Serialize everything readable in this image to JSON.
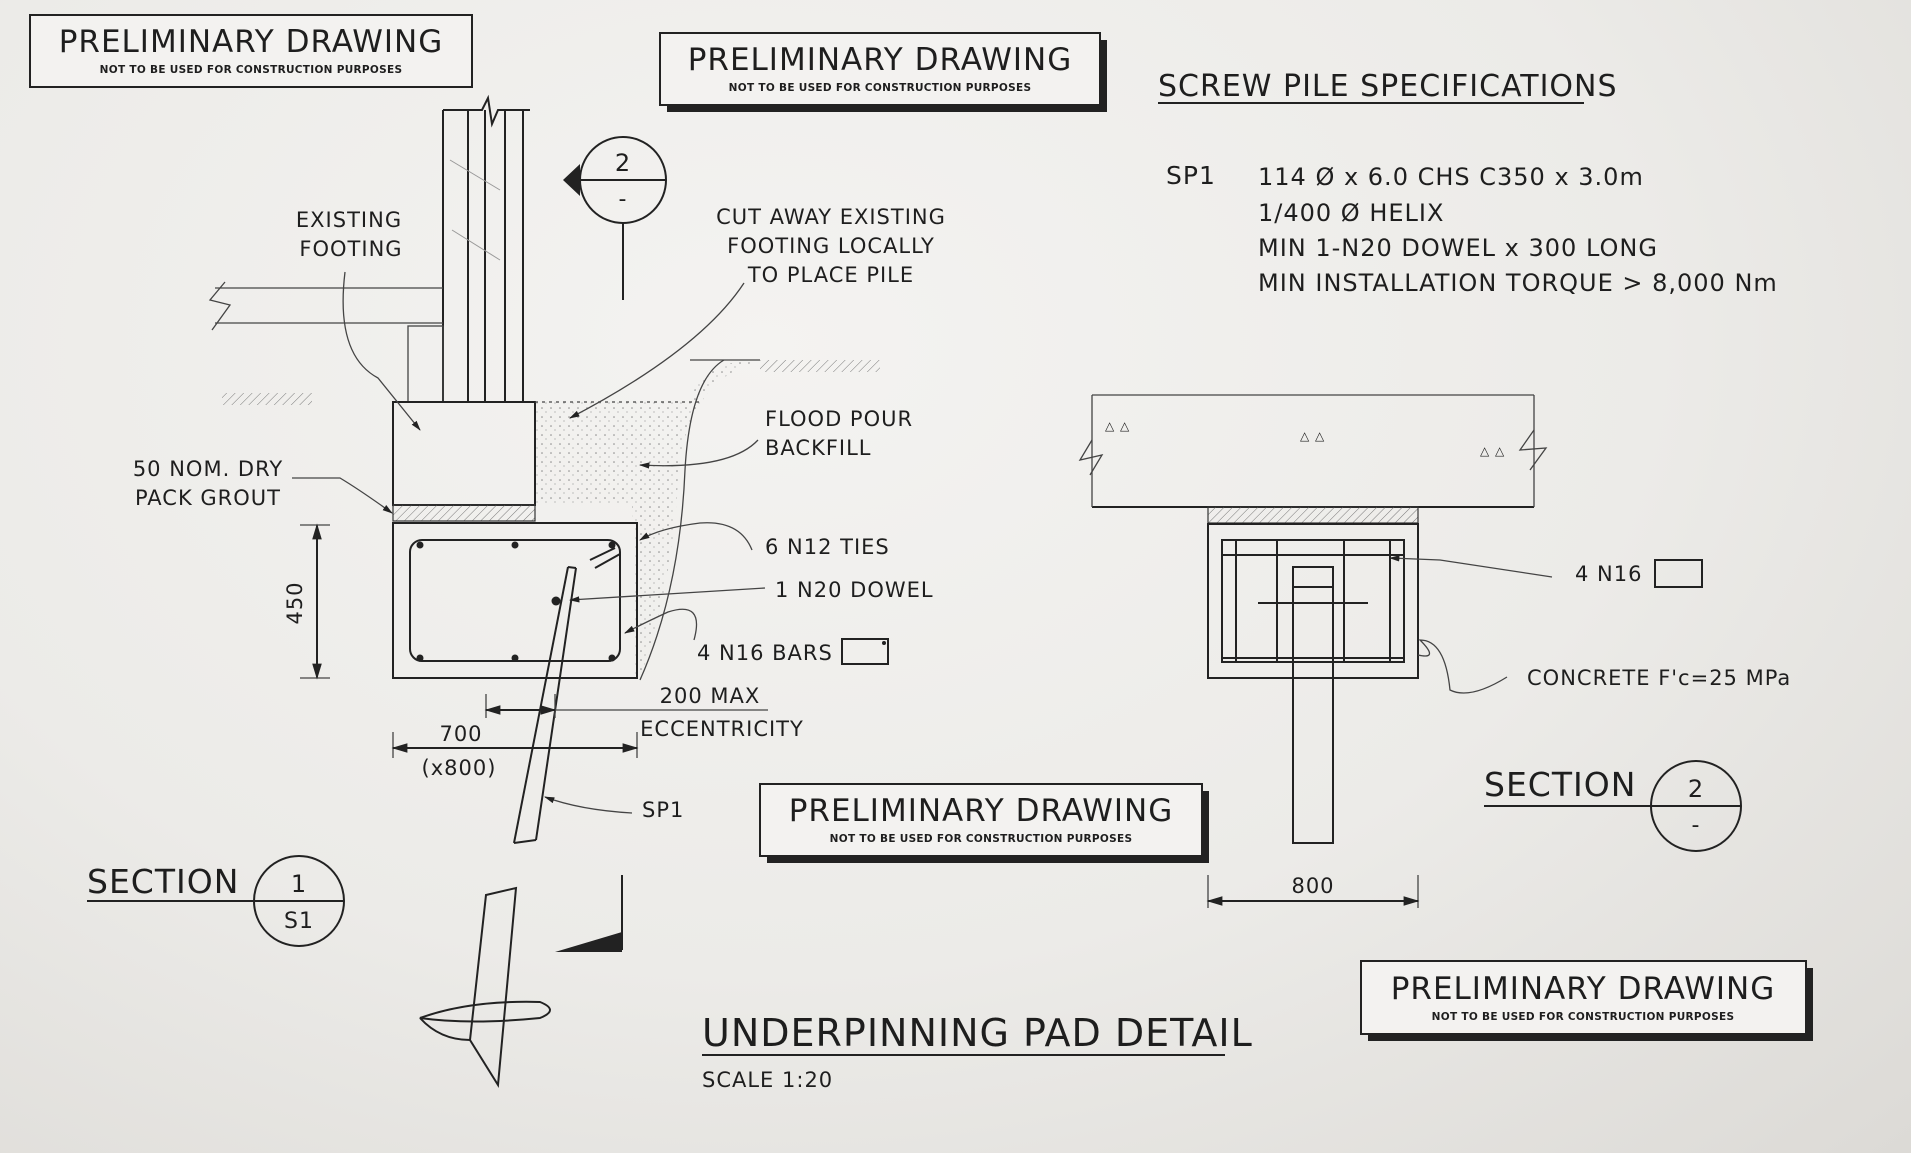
{
  "stamps": [
    {
      "title": "PRELIMINARY DRAWING",
      "subtitle": "NOT TO BE USED FOR CONSTRUCTION PURPOSES"
    },
    {
      "title": "PRELIMINARY DRAWING",
      "subtitle": "NOT TO BE USED FOR CONSTRUCTION PURPOSES"
    },
    {
      "title": "PRELIMINARY DRAWING",
      "subtitle": "NOT TO BE USED FOR CONSTRUCTION PURPOSES"
    },
    {
      "title": "PRELIMINARY DRAWING",
      "subtitle": "NOT TO BE USED FOR CONSTRUCTION PURPOSES"
    }
  ],
  "specs": {
    "heading": "SCREW PILE SPECIFICATIONS",
    "code": "SP1",
    "lines": [
      "114 Ø x 6.0 CHS C350 x 3.0m",
      "1/400 Ø HELIX",
      "MIN 1-N20 DOWEL x 300 LONG",
      "MIN INSTALLATION TORQUE > 8,000 Nm"
    ]
  },
  "section1": {
    "labels": {
      "existing_footing_1": "EXISTING",
      "existing_footing_2": "FOOTING",
      "cut_away_1": "CUT AWAY EXISTING",
      "cut_away_2": "FOOTING LOCALLY",
      "cut_away_3": "TO PLACE PILE",
      "flood_pour_1": "FLOOD POUR",
      "flood_pour_2": "BACKFILL",
      "grout_1": "50 NOM. DRY",
      "grout_2": "PACK GROUT",
      "ties": "6 N12 TIES",
      "dowel": "1 N20 DOWEL",
      "bars": "4 N16 BARS",
      "ecc_1": "200 MAX",
      "ecc_2": "ECCENTRICITY",
      "pile": "SP1"
    },
    "dims": {
      "height": "450",
      "width": "700",
      "width_alt": "(x800)"
    },
    "marker_top": {
      "number": "2",
      "sheet": "-"
    },
    "title": "SECTION",
    "marker": {
      "number": "1",
      "sheet": "S1"
    }
  },
  "section2": {
    "labels": {
      "bars": "4 N16",
      "concrete": "CONCRETE F'c=25 MPa"
    },
    "dims": {
      "width": "800"
    },
    "title": "SECTION",
    "marker": {
      "number": "2",
      "sheet": "-"
    }
  },
  "detail": {
    "title": "UNDERPINNING PAD DETAIL",
    "scale": "SCALE 1:20"
  }
}
